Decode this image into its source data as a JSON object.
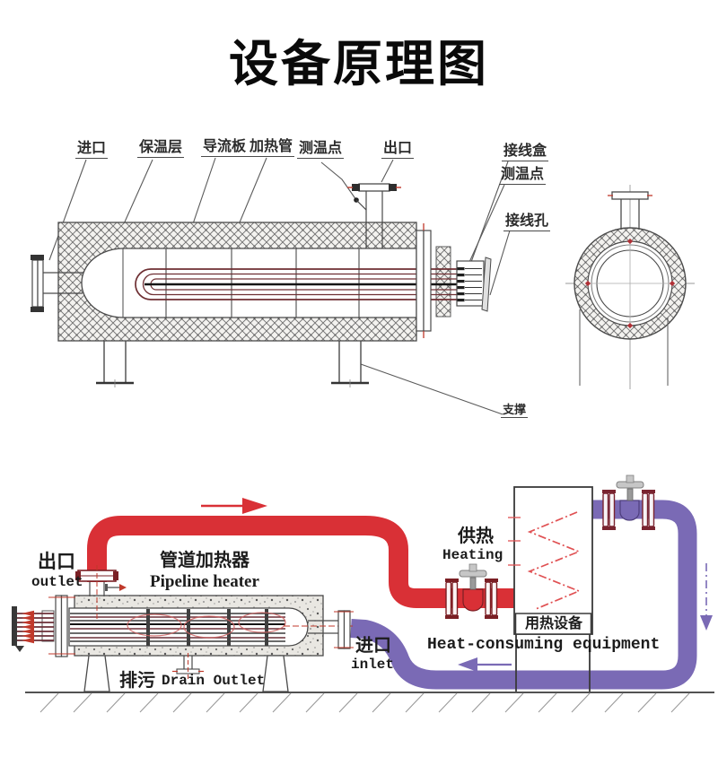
{
  "title": "设备原理图",
  "colors": {
    "supply_pipe_red": "#d93036",
    "return_pipe_purple": "#7a6ab5",
    "flange_dark_red": "#7a1f24",
    "heating_tube_maroon": "#6e2f33",
    "coil_red": "#e05153",
    "drawing_line": "#4a4a4a"
  },
  "top_diagram": {
    "labels": {
      "inlet": "进口",
      "insulation": "保温层",
      "baffle": "导流板",
      "heating_tube": "加热管",
      "temp_point": "测温点",
      "outlet": "出口",
      "junction_box": "接线盒",
      "temp_point_right": "测温点",
      "wiring_hole": "接线孔",
      "support": "支撑"
    }
  },
  "bottom_diagram": {
    "labels": {
      "outlet_cn": "出口",
      "outlet_en": "outlet",
      "heater_cn": "管道加热器",
      "heater_en": "Pipeline heater",
      "heating_cn": "供热",
      "heating_en": "Heating",
      "inlet_cn": "进口",
      "inlet_en": "inlet",
      "drain_cn": "排污",
      "drain_en": "Drain Outlet",
      "equipment_cn": "用热设备",
      "equipment_en": "Heat-consuming equipment"
    }
  }
}
